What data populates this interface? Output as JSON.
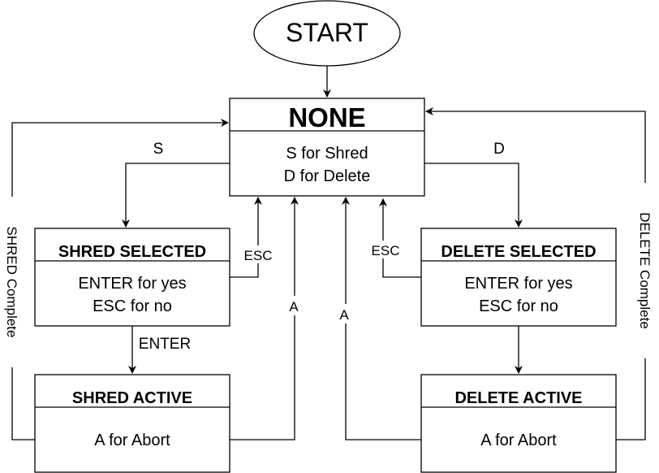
{
  "start": {
    "label": "START"
  },
  "states": {
    "none": {
      "title": "NONE",
      "lines": [
        "S for Shred",
        "D for Delete"
      ]
    },
    "shred_selected": {
      "title": "SHRED SELECTED",
      "lines": [
        "ENTER for yes",
        "ESC for no"
      ]
    },
    "delete_selected": {
      "title": "DELETE SELECTED",
      "lines": [
        "ENTER for yes",
        "ESC for no"
      ]
    },
    "shred_active": {
      "title": "SHRED ACTIVE",
      "lines": [
        "A for Abort"
      ]
    },
    "delete_active": {
      "title": "DELETE ACTIVE",
      "lines": [
        "A for Abort"
      ]
    }
  },
  "edges": {
    "s": "S",
    "d": "D",
    "shred_esc": "ESC",
    "delete_esc": "ESC",
    "shred_abort": "A",
    "delete_abort": "A",
    "enter": "ENTER",
    "shred_complete": "SHRED Complete",
    "delete_complete": "DELETE Complete"
  }
}
